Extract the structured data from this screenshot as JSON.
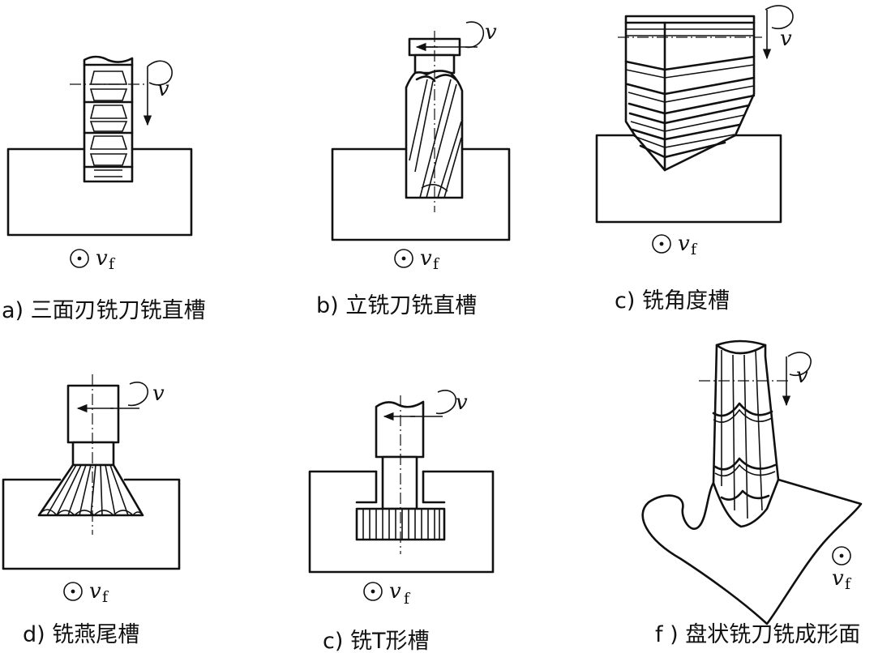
{
  "captions": {
    "a": "a) 三面刃铣刀铣直槽",
    "b": "b) 立铣刀铣直槽",
    "c": "c) 铣角度槽",
    "d": "d) 铣燕尾槽",
    "e": "c) 铣T形槽",
    "f": "f ) 盘状铣刀铣成形面"
  },
  "symbols": {
    "v": "v",
    "vf_main": "v",
    "vf_sub": "f"
  }
}
